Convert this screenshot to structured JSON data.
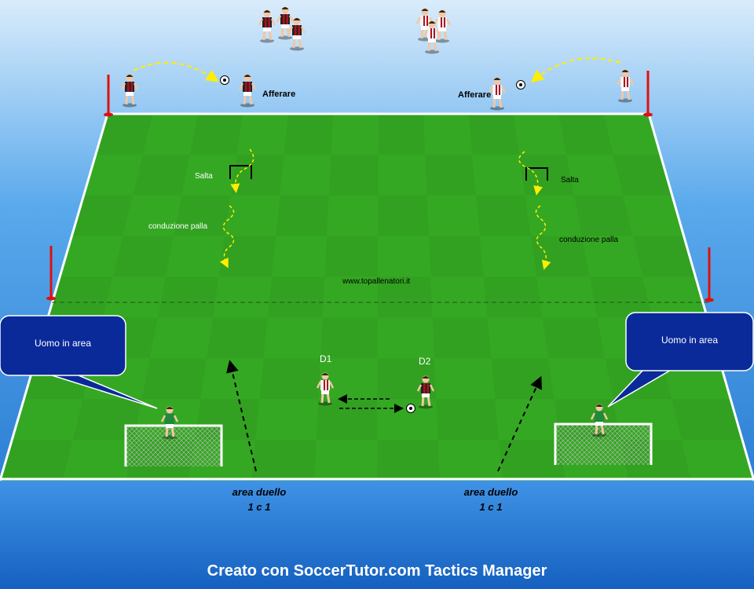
{
  "diagram": {
    "labels": {
      "afferare_left": "Afferare",
      "afferare_right": "Afferare",
      "salta_left": "Salta",
      "salta_right": "Salta",
      "conduzione_left": "conduzione palla",
      "conduzione_right": "conduzione palla",
      "website": "www.topallenatori.it",
      "d1": "D1",
      "d2": "D2",
      "callout_left": "Uomo in area",
      "callout_right": "Uomo in area",
      "duel_left_line1": "area duello",
      "duel_left_line2": "1 c 1",
      "duel_right_line1": "area duello",
      "duel_right_line2": "1 c 1"
    },
    "footer": "Creato con SoccerTutor.com Tactics Manager",
    "colors": {
      "sky": "#1e7fd4",
      "pitch_light": "#3fb52a",
      "pitch_dark": "#2f9a20",
      "milan_red": "#b0121b",
      "keeper_green": "#1e8a3a",
      "callout_blue": "#0a2a9a",
      "arrow_yellow": "#ffee00"
    }
  }
}
